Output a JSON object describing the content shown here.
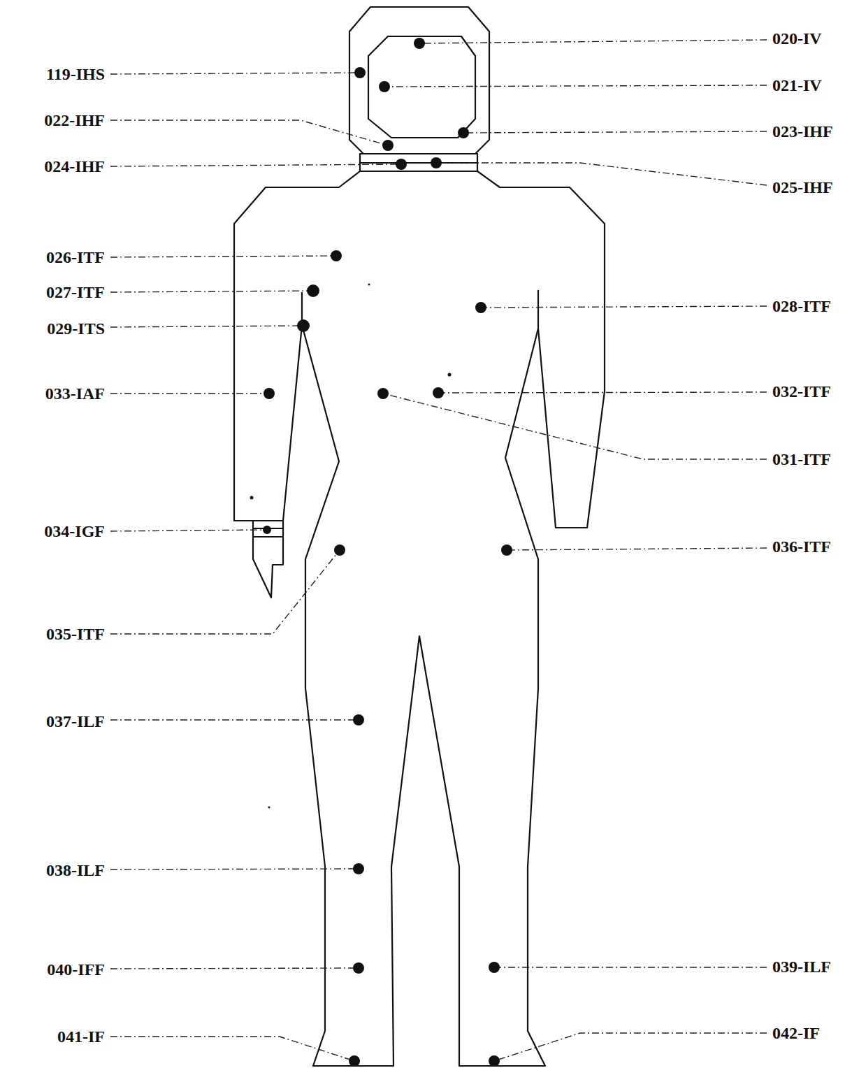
{
  "diagram": {
    "labels": [
      "020-IV",
      "119-IHS",
      "021-IV",
      "022-IHF",
      "023-IHF",
      "024-IHF",
      "025-IHF",
      "026-ITF",
      "027-ITF",
      "028-ITF",
      "029-ITS",
      "033-IAF",
      "032-ITF",
      "031-ITF",
      "034-IGF",
      "036-ITF",
      "035-ITF",
      "037-ILF",
      "038-ILF",
      "040-IFF",
      "039-ILF",
      "041-IF",
      "042-IF"
    ]
  }
}
